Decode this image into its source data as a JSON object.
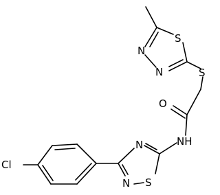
{
  "molecule": {
    "atoms": {
      "s_thiadiazole": "S",
      "n_thiadiazole_a": "N",
      "n_thiadiazole_b": "N",
      "s_thioether": "S",
      "o_carbonyl": "O",
      "nh_amide": "NH",
      "n_oxadiazole_a": "N",
      "n_oxadiazole_b": "N",
      "s_oxadiazole": "S",
      "cl": "Cl"
    }
  }
}
